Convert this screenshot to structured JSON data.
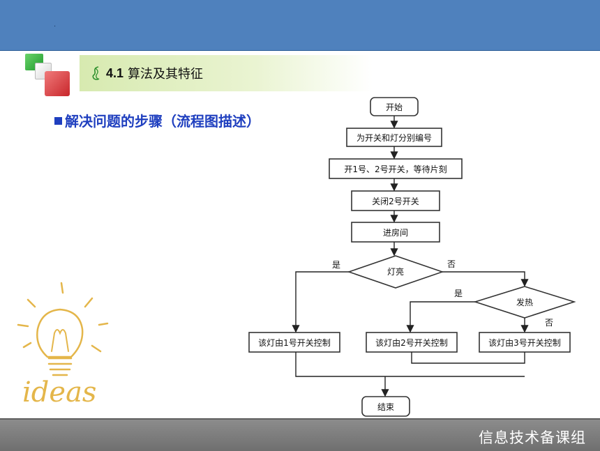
{
  "header": {
    "dot": "."
  },
  "section": {
    "number": "4.1",
    "title": "算法及其特征"
  },
  "heading": "解决问题的步骤（流程图描述）",
  "ideas_text": "ideas",
  "flowchart": {
    "start": "开始",
    "step1": "为开关和灯分别编号",
    "step2": "开1号、2号开关，等待片刻",
    "step3": "关闭2号开关",
    "step4": "进房间",
    "decision1": "灯亮",
    "decision2": "发热",
    "yes": "是",
    "no": "否",
    "result1": "该灯由1号开关控制",
    "result2": "该灯由2号开关控制",
    "result3": "该灯由3号开关控制",
    "end": "结束"
  },
  "footer": {
    "text": "信息技术备课组"
  },
  "colors": {
    "header": "#4f81bd",
    "heading": "#1f3fbf",
    "footer": "#7a7a7a",
    "ideas": "#e4b64a"
  }
}
